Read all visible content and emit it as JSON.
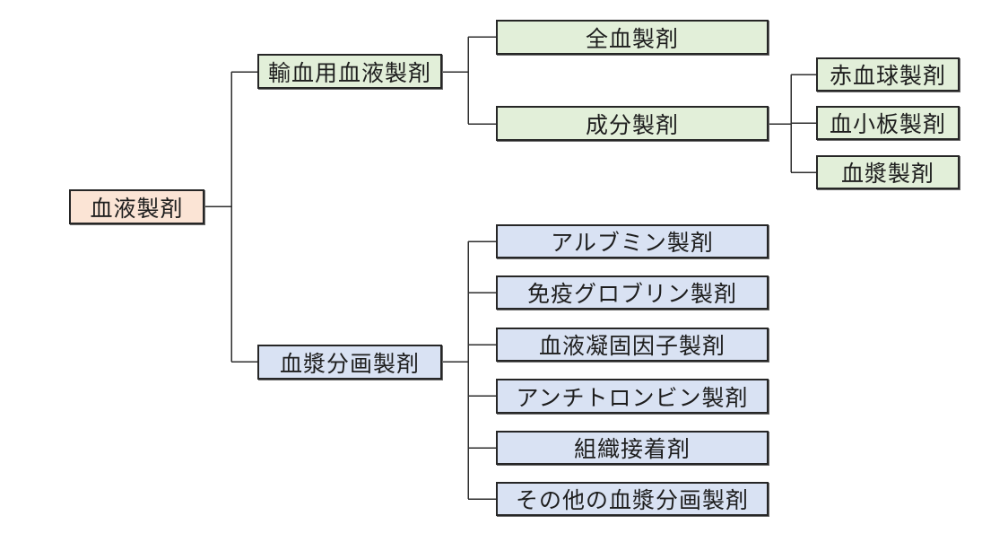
{
  "root": {
    "label": "血液製剤"
  },
  "transfusion": {
    "label": "輸血用血液製剤",
    "whole_blood": "全血製剤",
    "component": {
      "label": "成分製剤",
      "children": [
        "赤血球製剤",
        "血小板製剤",
        "血漿製剤"
      ]
    }
  },
  "fractionation": {
    "label": "血漿分画製剤",
    "children": [
      "アルブミン製剤",
      "免疫グロブリン製剤",
      "血液凝固因子製剤",
      "アンチトロンビン製剤",
      "組織接着剤",
      "その他の血漿分画製剤"
    ]
  },
  "colors": {
    "root_fill": "#fbe4d5",
    "transfusion_fill": "#e2efd9",
    "fractionation_fill": "#d9e2f3",
    "border": "#262626",
    "connector": "#2e2e2e"
  }
}
